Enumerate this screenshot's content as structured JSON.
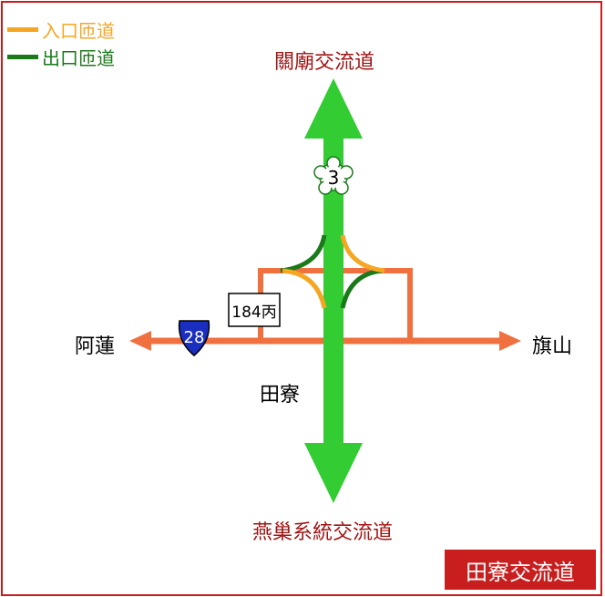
{
  "legend": {
    "items": [
      {
        "label": "入口匝道",
        "color": "#f5a623"
      },
      {
        "label": "出口匝道",
        "color": "#1a7a1a"
      }
    ]
  },
  "destinations": {
    "north": "關廟交流道",
    "south": "燕巢系統交流道",
    "west": "阿蓮",
    "east": "旗山",
    "local": "田寮"
  },
  "shields": {
    "freeway": "3",
    "provincial": "28",
    "county": "184丙"
  },
  "title": "田寮交流道",
  "colors": {
    "freeway": "#33cc33",
    "surface_road": "#f07040",
    "entrance_ramp": "#f5a623",
    "exit_ramp": "#1a7a1a",
    "title_bg": "#c81e1e",
    "destination_text": "#a01414",
    "provincial_shield": "#1a2fbf"
  }
}
